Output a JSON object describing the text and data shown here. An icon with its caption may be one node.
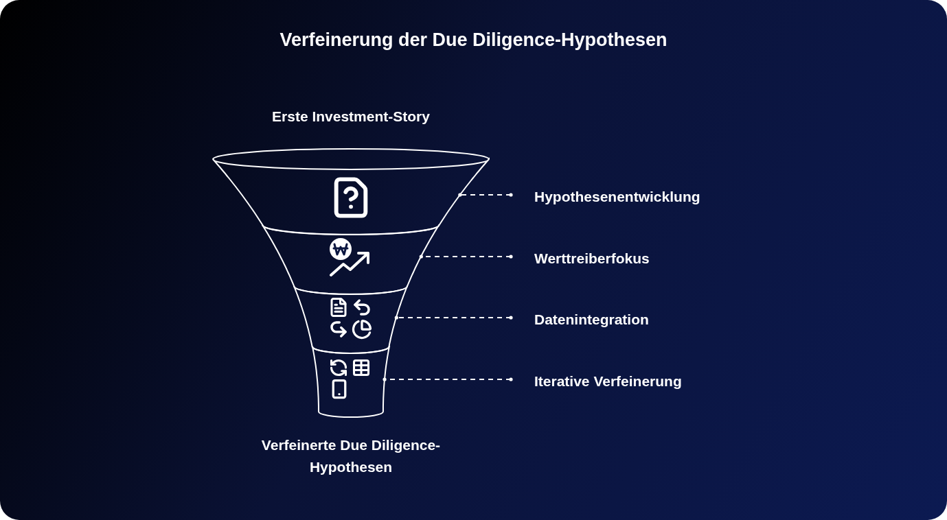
{
  "diagram": {
    "title": "Verfeinerung der Due Diligence-Hypothesen",
    "nodes": [
      {
        "text": [],
        "shape": "band"
      },
      {
        "text": [],
        "shape": "band"
      },
      {
        "text": [],
        "shape": "band"
      },
      {
        "text": [],
        "shape": "band"
      },
      {
        "text": [
          "Hypothesenentwicklung"
        ]
      },
      {
        "text": [
          "Werttreiberfokus"
        ]
      },
      {
        "text": [
          "Datenintegration"
        ]
      },
      {
        "text": [
          "Iterative Verfeinerung"
        ]
      }
    ],
    "edges": [
      {
        "from": 4,
        "to": 0,
        "arrow": "other",
        "style": "dashed"
      },
      {
        "from": 5,
        "to": 1,
        "arrow": "other",
        "style": "dashed"
      },
      {
        "from": 6,
        "to": 2,
        "arrow": "other",
        "style": "dashed"
      },
      {
        "from": 7,
        "to": 3,
        "arrow": "other",
        "style": "dashed"
      }
    ],
    "labels": [
      "Erste Investment-Story",
      "Verfeinerte Due Diligence-Hypothesen"
    ]
  }
}
